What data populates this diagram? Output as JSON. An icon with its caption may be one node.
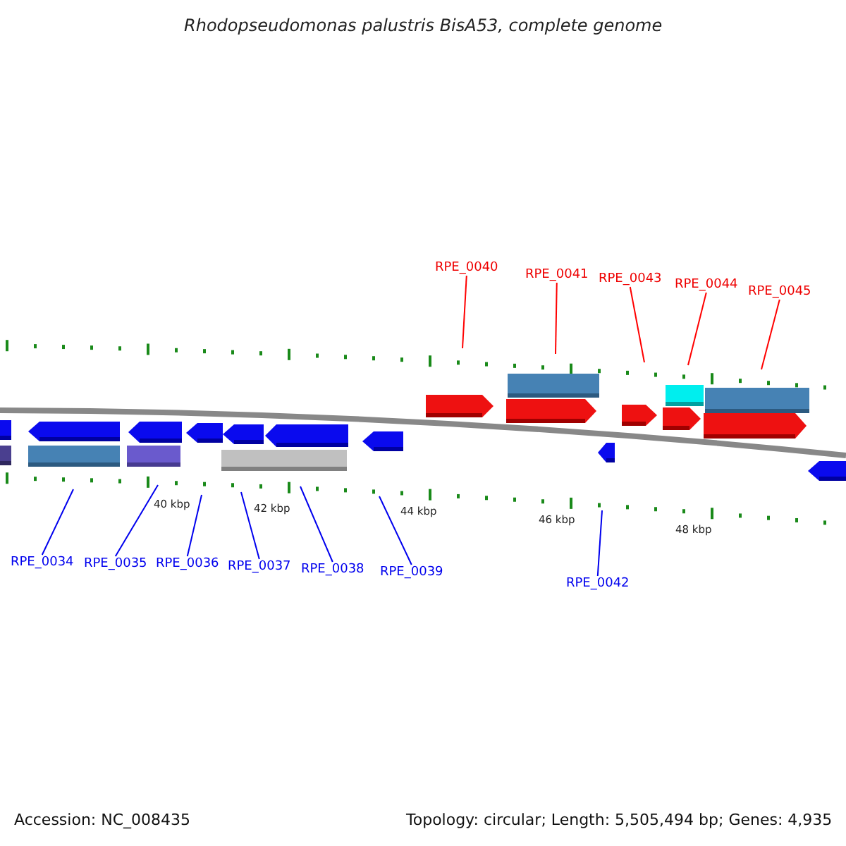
{
  "diagram": {
    "title": "Rhodopseudomonas palustris BisA53, complete genome",
    "nodes": [
      {
        "text": [
          "RPE_0040"
        ]
      },
      {
        "text": [
          "RPE_0041"
        ]
      },
      {
        "text": [
          "RPE_0043"
        ]
      },
      {
        "text": [
          "RPE_0044"
        ]
      },
      {
        "text": [
          "RPE_0045"
        ]
      },
      {
        "text": [
          "RPE_0034"
        ]
      },
      {
        "text": [
          "RPE_0035"
        ]
      },
      {
        "text": [
          "RPE_0036"
        ]
      },
      {
        "text": [
          "RPE_0037"
        ]
      },
      {
        "text": [
          "RPE_0038"
        ]
      },
      {
        "text": [
          "RPE_0039"
        ]
      },
      {
        "text": [
          "RPE_0042"
        ]
      }
    ],
    "edges": [
      {
        "from": 0,
        "to": null,
        "arrow": "none",
        "color": "#ff0000"
      },
      {
        "from": 1,
        "to": null,
        "arrow": "none",
        "color": "#ff0000"
      },
      {
        "from": 2,
        "to": null,
        "arrow": "none",
        "color": "#ff0000"
      },
      {
        "from": 3,
        "to": null,
        "arrow": "none",
        "color": "#ff0000"
      },
      {
        "from": 4,
        "to": null,
        "arrow": "none",
        "color": "#ff0000"
      },
      {
        "from": 5,
        "to": null,
        "arrow": "none"
      },
      {
        "from": 6,
        "to": null,
        "arrow": "none"
      },
      {
        "from": 7,
        "to": null,
        "arrow": "none"
      },
      {
        "from": 8,
        "to": null,
        "arrow": "none"
      },
      {
        "from": 9,
        "to": null,
        "arrow": "none"
      },
      {
        "from": 10,
        "to": null,
        "arrow": "none"
      },
      {
        "from": 11,
        "to": null,
        "arrow": "none"
      }
    ],
    "labels": [
      "40 kbp",
      "42 kbp",
      "44 kbp",
      "46 kbp",
      "48 kbp",
      "Accession: NC_008435",
      "Topology: circular; Length: 5,505,494 bp; Genes: 4,935"
    ]
  }
}
